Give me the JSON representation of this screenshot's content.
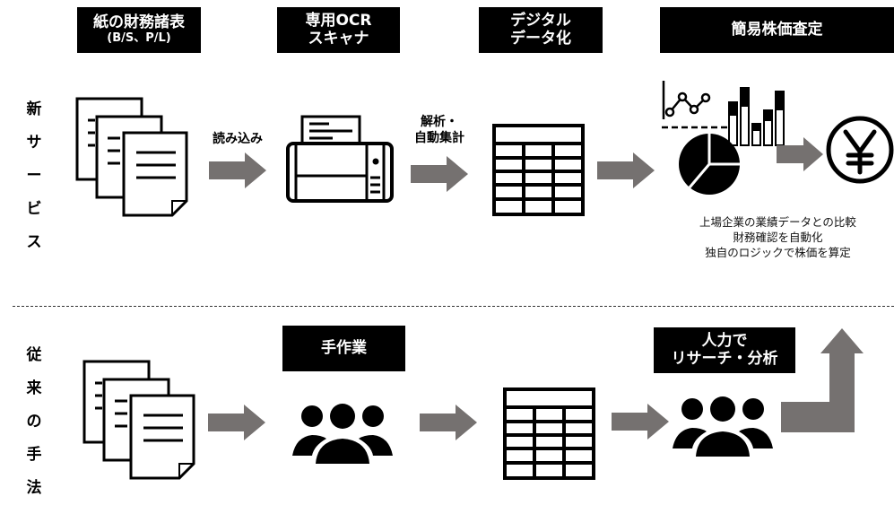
{
  "colors": {
    "arrow": "#757170",
    "box_bg": "#000000",
    "box_text": "#ffffff"
  },
  "new_service": {
    "side_label": [
      "新",
      "サ",
      "ー",
      "ビ",
      "ス"
    ],
    "steps": [
      {
        "title_line1": "紙の財務諸表",
        "title_line2": "(B/S、P/L)",
        "icon": "documents-stack-icon"
      },
      {
        "title_line1": "専用OCR",
        "title_line2": "スキャナ",
        "icon": "scanner-icon"
      },
      {
        "title_line1": "デジタル",
        "title_line2": "データ化",
        "icon": "table-icon"
      },
      {
        "title_line1": "簡易株価査定",
        "icon": "analytics-charts-icon"
      }
    ],
    "arrow_captions": [
      "読み込み",
      "解析・",
      "自動集計"
    ],
    "result_icon": "yen-icon",
    "notes": [
      "上場企業の業績データとの比較",
      "財務確認を自動化",
      "独自のロジックで株価を算定"
    ]
  },
  "conventional": {
    "side_label": [
      "従",
      "来",
      "の",
      "手",
      "法"
    ],
    "steps": [
      {
        "icon": "documents-stack-icon"
      },
      {
        "title_line1": "手作業",
        "icon": "people-group-icon"
      },
      {
        "icon": "table-icon"
      },
      {
        "title_line1": "人力で",
        "title_line2": "リサーチ・分析",
        "icon": "people-group-icon"
      }
    ],
    "result_icon": "up-arrow-icon"
  }
}
